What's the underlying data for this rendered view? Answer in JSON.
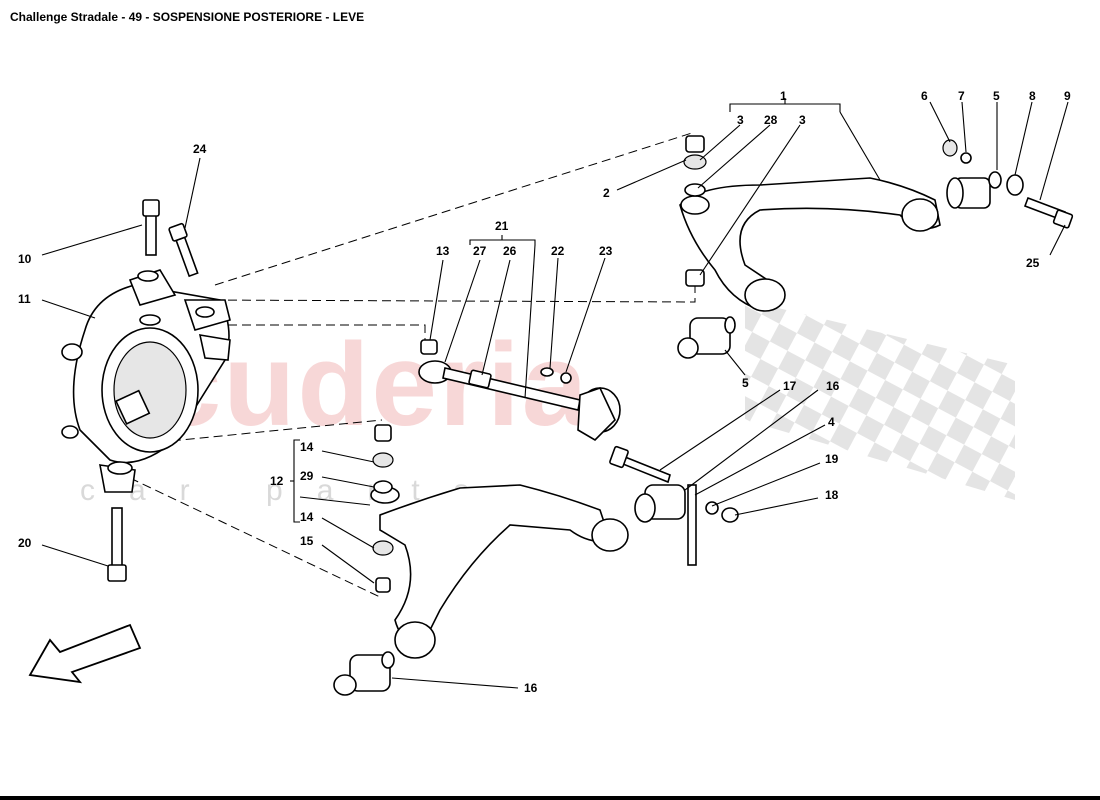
{
  "title": "Challenge Stradale - 49 - SOSPENSIONE POSTERIORE - LEVE",
  "watermark": {
    "brand": "scuderia",
    "sub": "car parts"
  },
  "colors": {
    "watermark": "#f2b7b7",
    "checker": "#e4e4e4",
    "lines": "#000000"
  },
  "direction_arrow": "front-direction-arrow",
  "callouts": {
    "c1": "1",
    "c2": "2",
    "c3a": "3",
    "c28": "28",
    "c3b": "3",
    "c6": "6",
    "c7": "7",
    "c5a": "5",
    "c8": "8",
    "c9": "9",
    "c25": "25",
    "c24": "24",
    "c10": "10",
    "c11": "11",
    "c21": "21",
    "c13": "13",
    "c27": "27",
    "c26": "26",
    "c22": "22",
    "c23": "23",
    "c5b": "5",
    "c17": "17",
    "c16a": "16",
    "c4": "4",
    "c19": "19",
    "c18": "18",
    "c14a": "14",
    "c29": "29",
    "c12": "12",
    "c14b": "14",
    "c15": "15",
    "c20": "20",
    "c16b": "16"
  }
}
